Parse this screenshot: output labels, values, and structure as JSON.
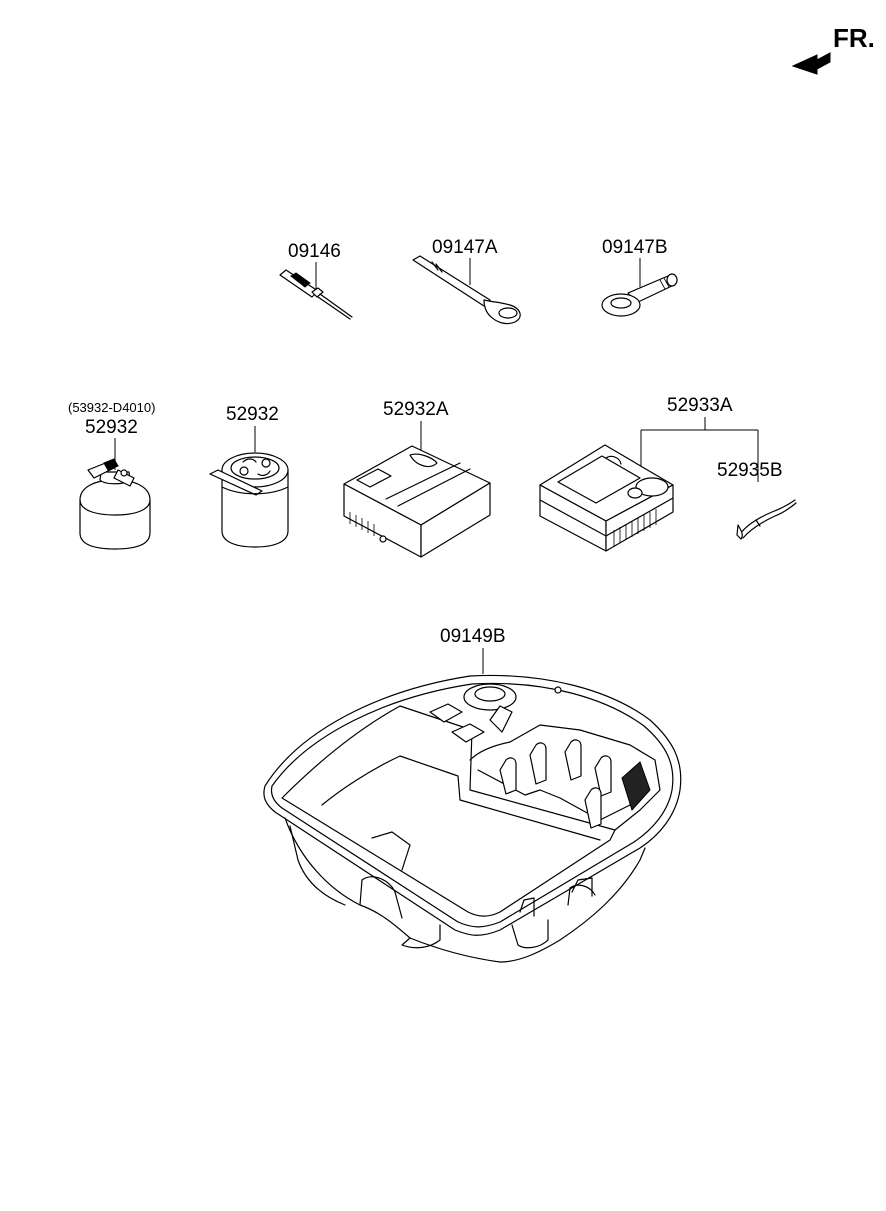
{
  "orientation": {
    "label": "FR."
  },
  "parts": {
    "screwdriver": {
      "part_no": "09146"
    },
    "wrench_handle": {
      "part_no": "09147A"
    },
    "towing_hook": {
      "part_no": "09147B"
    },
    "sealant_bottle_a": {
      "alt_no": "(53932-D4010)",
      "part_no": "52932"
    },
    "sealant_bottle_b": {
      "part_no": "52932"
    },
    "compressor_a": {
      "part_no": "52932A"
    },
    "compressor_assy": {
      "part_no": "52933A"
    },
    "hose": {
      "part_no": "52935B"
    },
    "tool_tray": {
      "part_no": "09149B"
    }
  }
}
